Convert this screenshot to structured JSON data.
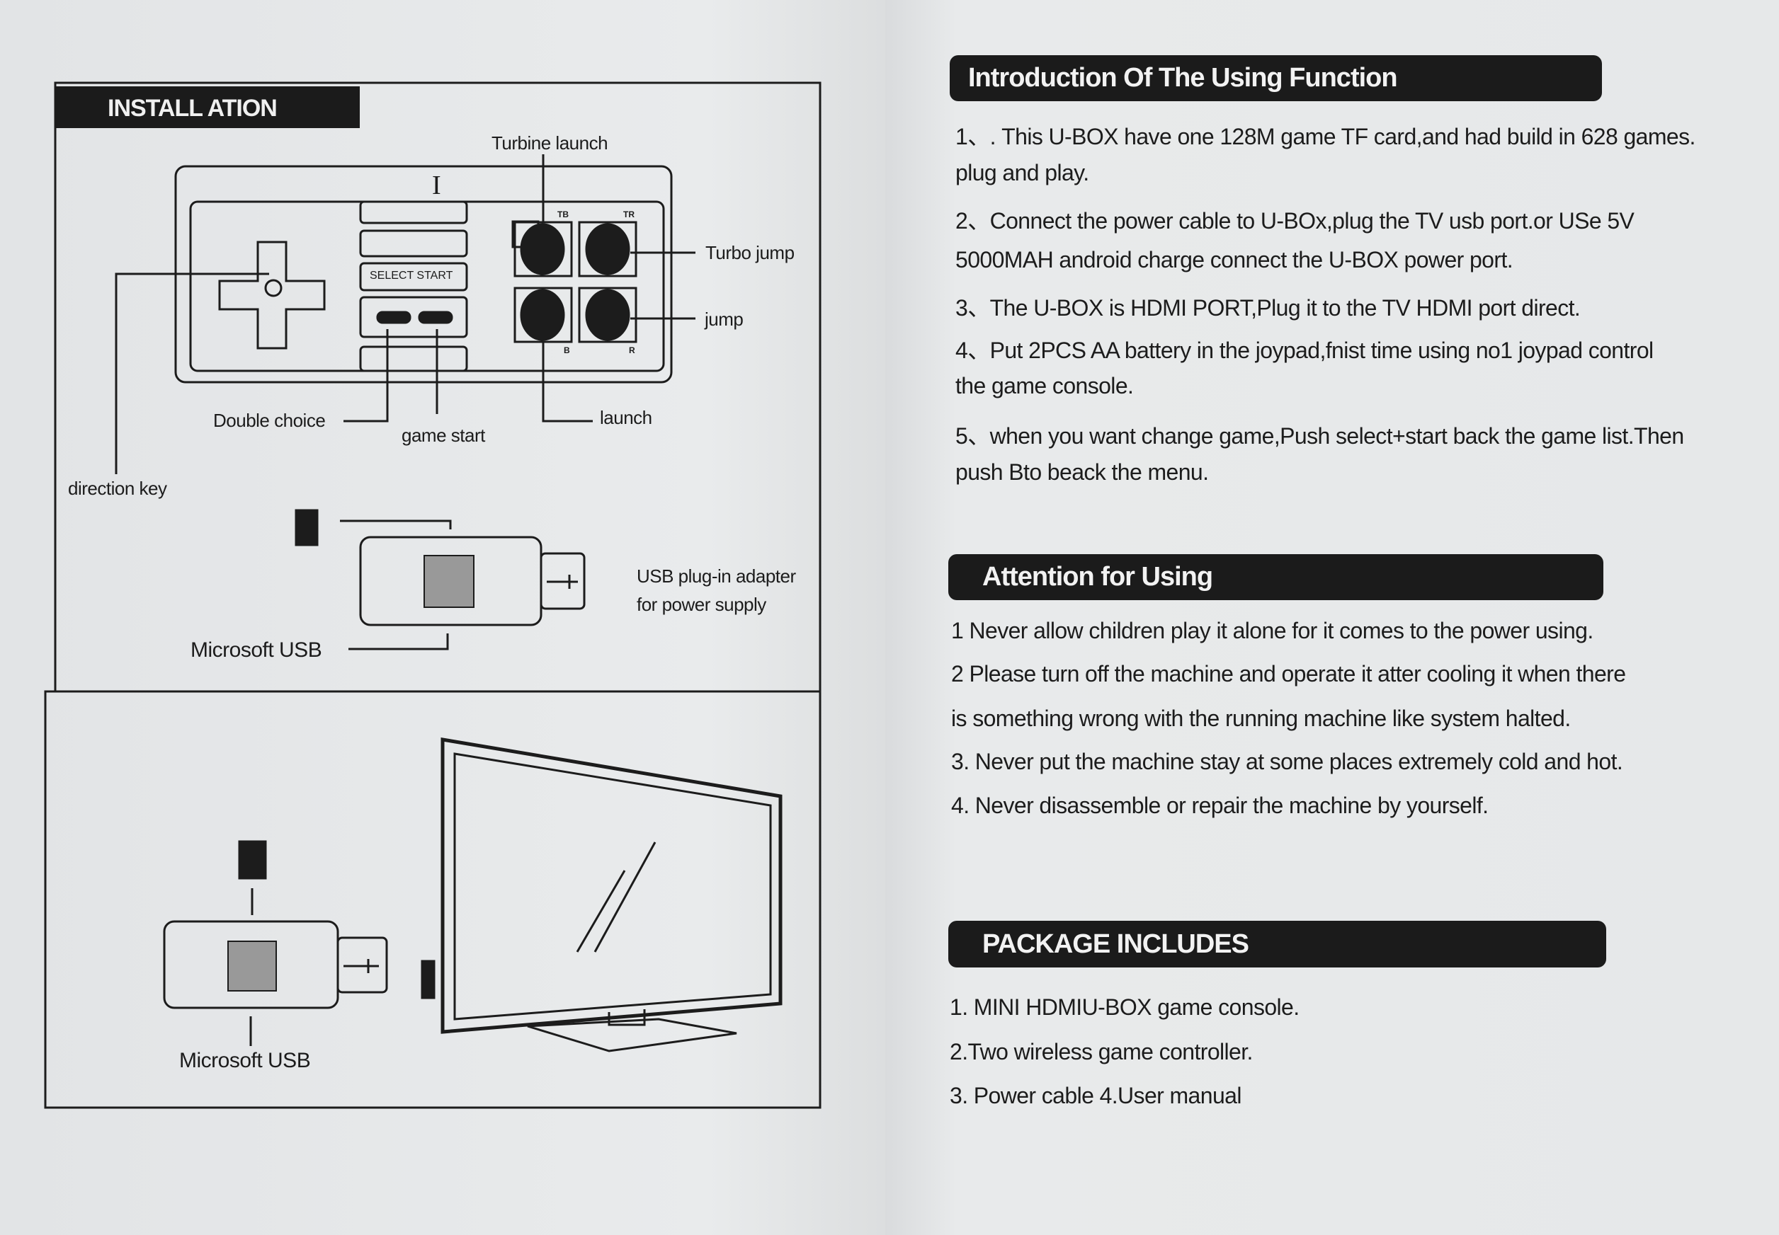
{
  "installation": {
    "header": "INSTALL ATION",
    "controller_labels": {
      "mark_i": "I",
      "turbine_launch": "Turbine launch",
      "turbo_jump": "Turbo jump",
      "jump": "jump",
      "launch": "launch",
      "double_choice": "Double choice",
      "game_start": "game start",
      "direction_key": "direction key",
      "select_start": "SELECT START",
      "btn_tb": "TB",
      "btn_tr": "TR",
      "btn_b": "B",
      "btn_r": "R"
    },
    "usb_labels": {
      "microsoft_usb_top": "Microsoft USB",
      "adapter_line1": "USB plug-in adapter",
      "adapter_line2": "for power supply",
      "microsoft_usb_bottom": "Microsoft USB"
    }
  },
  "intro": {
    "header": "Introduction Of The Using Function",
    "lines": [
      "1、. This U-BOX have one 128M game TF card,and had build in 628 games.",
      "plug and play.",
      "2、Connect the power cable to U-BOx,plug the TV usb port.or USe 5V",
      "5000MAH android charge connect the U-BOX power port.",
      "3、The U-BOX is HDMI PORT,Plug it to the TV HDMI port direct.",
      "4、Put 2PCS AA battery in the joypad,fnist time using no1 joypad control",
      "the game console.",
      "5、when you want change game,Push select+start back the game list.Then",
      "push Bto beack the menu."
    ]
  },
  "attention": {
    "header": "Attention for Using",
    "lines": [
      "1 Never allow children play it alone for it comes to the power using.",
      "2 Please turn off the machine and operate it atter cooling it when there",
      "is something wrong with the running machine like system halted.",
      "3. Never put the machine stay at some places extremely cold and hot.",
      "4. Never disassemble or repair the machine by yourself."
    ]
  },
  "package": {
    "header": "PACKAGE INCLUDES",
    "lines": [
      "1. MINI HDMIU-BOX game console.",
      "2.Two wireless game controller.",
      "3. Power cable 4.User manual"
    ]
  }
}
